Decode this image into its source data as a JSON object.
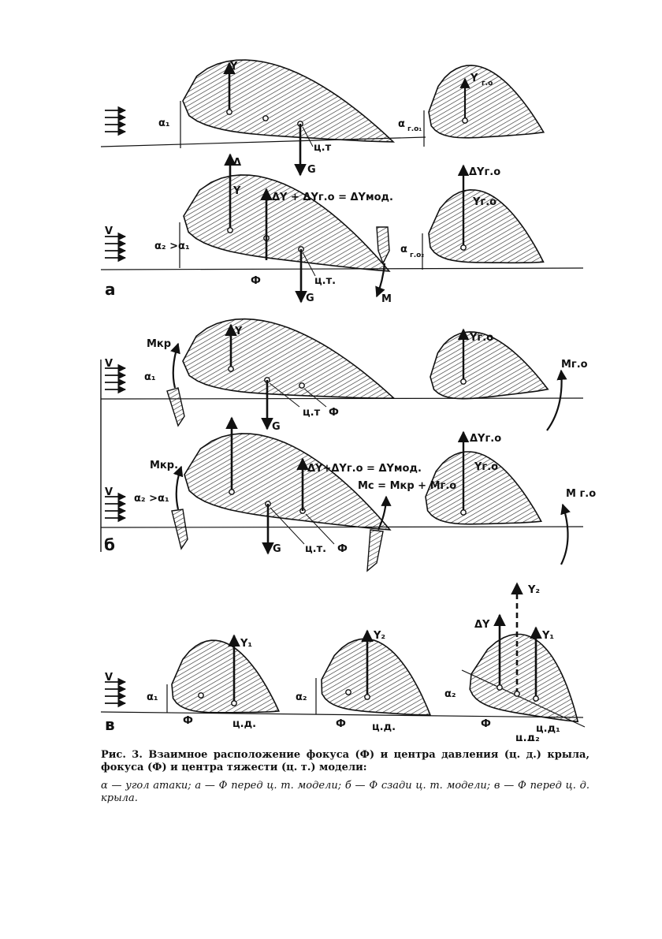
{
  "panels": {
    "a": {
      "letter": "а",
      "top": {
        "alpha": "α₁",
        "y": "Y",
        "g": "G",
        "ct": "ц.т",
        "tail_alpha": "α",
        "tail_alpha_sub": "г.о₁",
        "tail_y": "Y",
        "tail_y_sub": "г.о"
      },
      "bottom": {
        "alpha": "α₂ >α₁",
        "v": "V",
        "delta": "Δ",
        "y": "Y",
        "sum": "ΔY + ΔYг.о = ΔYмод.",
        "phi": "Ф",
        "g": "G",
        "ct": "ц.т.",
        "m": "M",
        "tail_alpha": "α",
        "tail_alpha_sub": "г.о₂",
        "tail_dy": "ΔYг.о",
        "tail_y": "Yг.о"
      }
    },
    "b": {
      "letter": "б",
      "top": {
        "mkr": "Mкр",
        "v": "V",
        "alpha": "α₁",
        "y": "Y",
        "g": "G",
        "ct": "ц.т",
        "phi": "Ф",
        "tail_y": "Yг.о",
        "mgo": "Mг.о"
      },
      "bottom": {
        "mkr": "Mкр.",
        "v": "V",
        "alpha": "α₂ >α₁",
        "sum": "ΔY+ΔYг.о = ΔYмод.",
        "mc": "Mс = Mкр + Mг.о",
        "g": "G",
        "ct": "ц.т.",
        "phi": "Ф",
        "tail_dy": "ΔYг.о",
        "tail_y": "Yг.о",
        "mgo": "M г.о"
      }
    },
    "c": {
      "letter": "в",
      "v": "V",
      "w1": {
        "alpha": "α₁",
        "y": "Y₁",
        "phi": "Ф",
        "cd": "ц.д."
      },
      "w2": {
        "alpha": "α₂",
        "y": "Y₂",
        "phi": "Ф",
        "cd": "ц.д."
      },
      "w3": {
        "alpha": "α₂",
        "dy": "ΔY",
        "y2": "Y₂",
        "y1": "Y₁",
        "phi": "Ф",
        "cd1": "ц.д₁",
        "cd2": "ц.д₂"
      }
    }
  },
  "caption": {
    "title": "Рис. 3. Взаимное расположение фокуса (Ф) и центра давления (ц. д.) крыла, фокуса (Ф) и центра тяжести (ц. т.) модели:",
    "legend": "α — угол атаки; а — Ф перед ц. т. модели; б — Ф сзади ц. т. модели; в — Ф перед ц. д. крыла."
  },
  "colors": {
    "ink": "#111111",
    "paper": "#ffffff"
  }
}
